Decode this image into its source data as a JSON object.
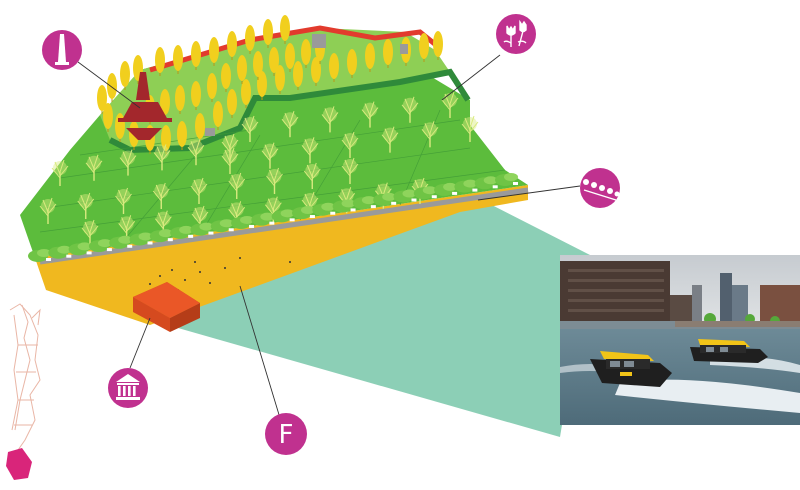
{
  "colors": {
    "marker": "#c0318f",
    "marker_text": "#ffffff",
    "lawn_light": "#8ecf55",
    "lawn": "#5cbc3c",
    "park_edge": "#2f8a3a",
    "dike_edge_red": "#e23b2d",
    "tree_yellow": "#f1cf1e",
    "tree_light": "#d9ea7f",
    "promenade": "#f0b81f",
    "path_grey": "#9a9a9a",
    "pavilion": "#f05a29",
    "water": "#8ccfb6",
    "monument": "#a3272c",
    "locator_outline": "#e9b6a6",
    "locator_highlight": "#d9257a"
  },
  "markers": [
    {
      "id": "monument",
      "icon": "obelisk-icon"
    },
    {
      "id": "flowers",
      "icon": "tulip-icon"
    },
    {
      "id": "boulevard",
      "icon": "tree-row-icon"
    },
    {
      "id": "museum",
      "icon": "museum-icon"
    },
    {
      "id": "letter",
      "label": "F"
    }
  ],
  "photo": {
    "subject": "water-taxi-photo"
  }
}
